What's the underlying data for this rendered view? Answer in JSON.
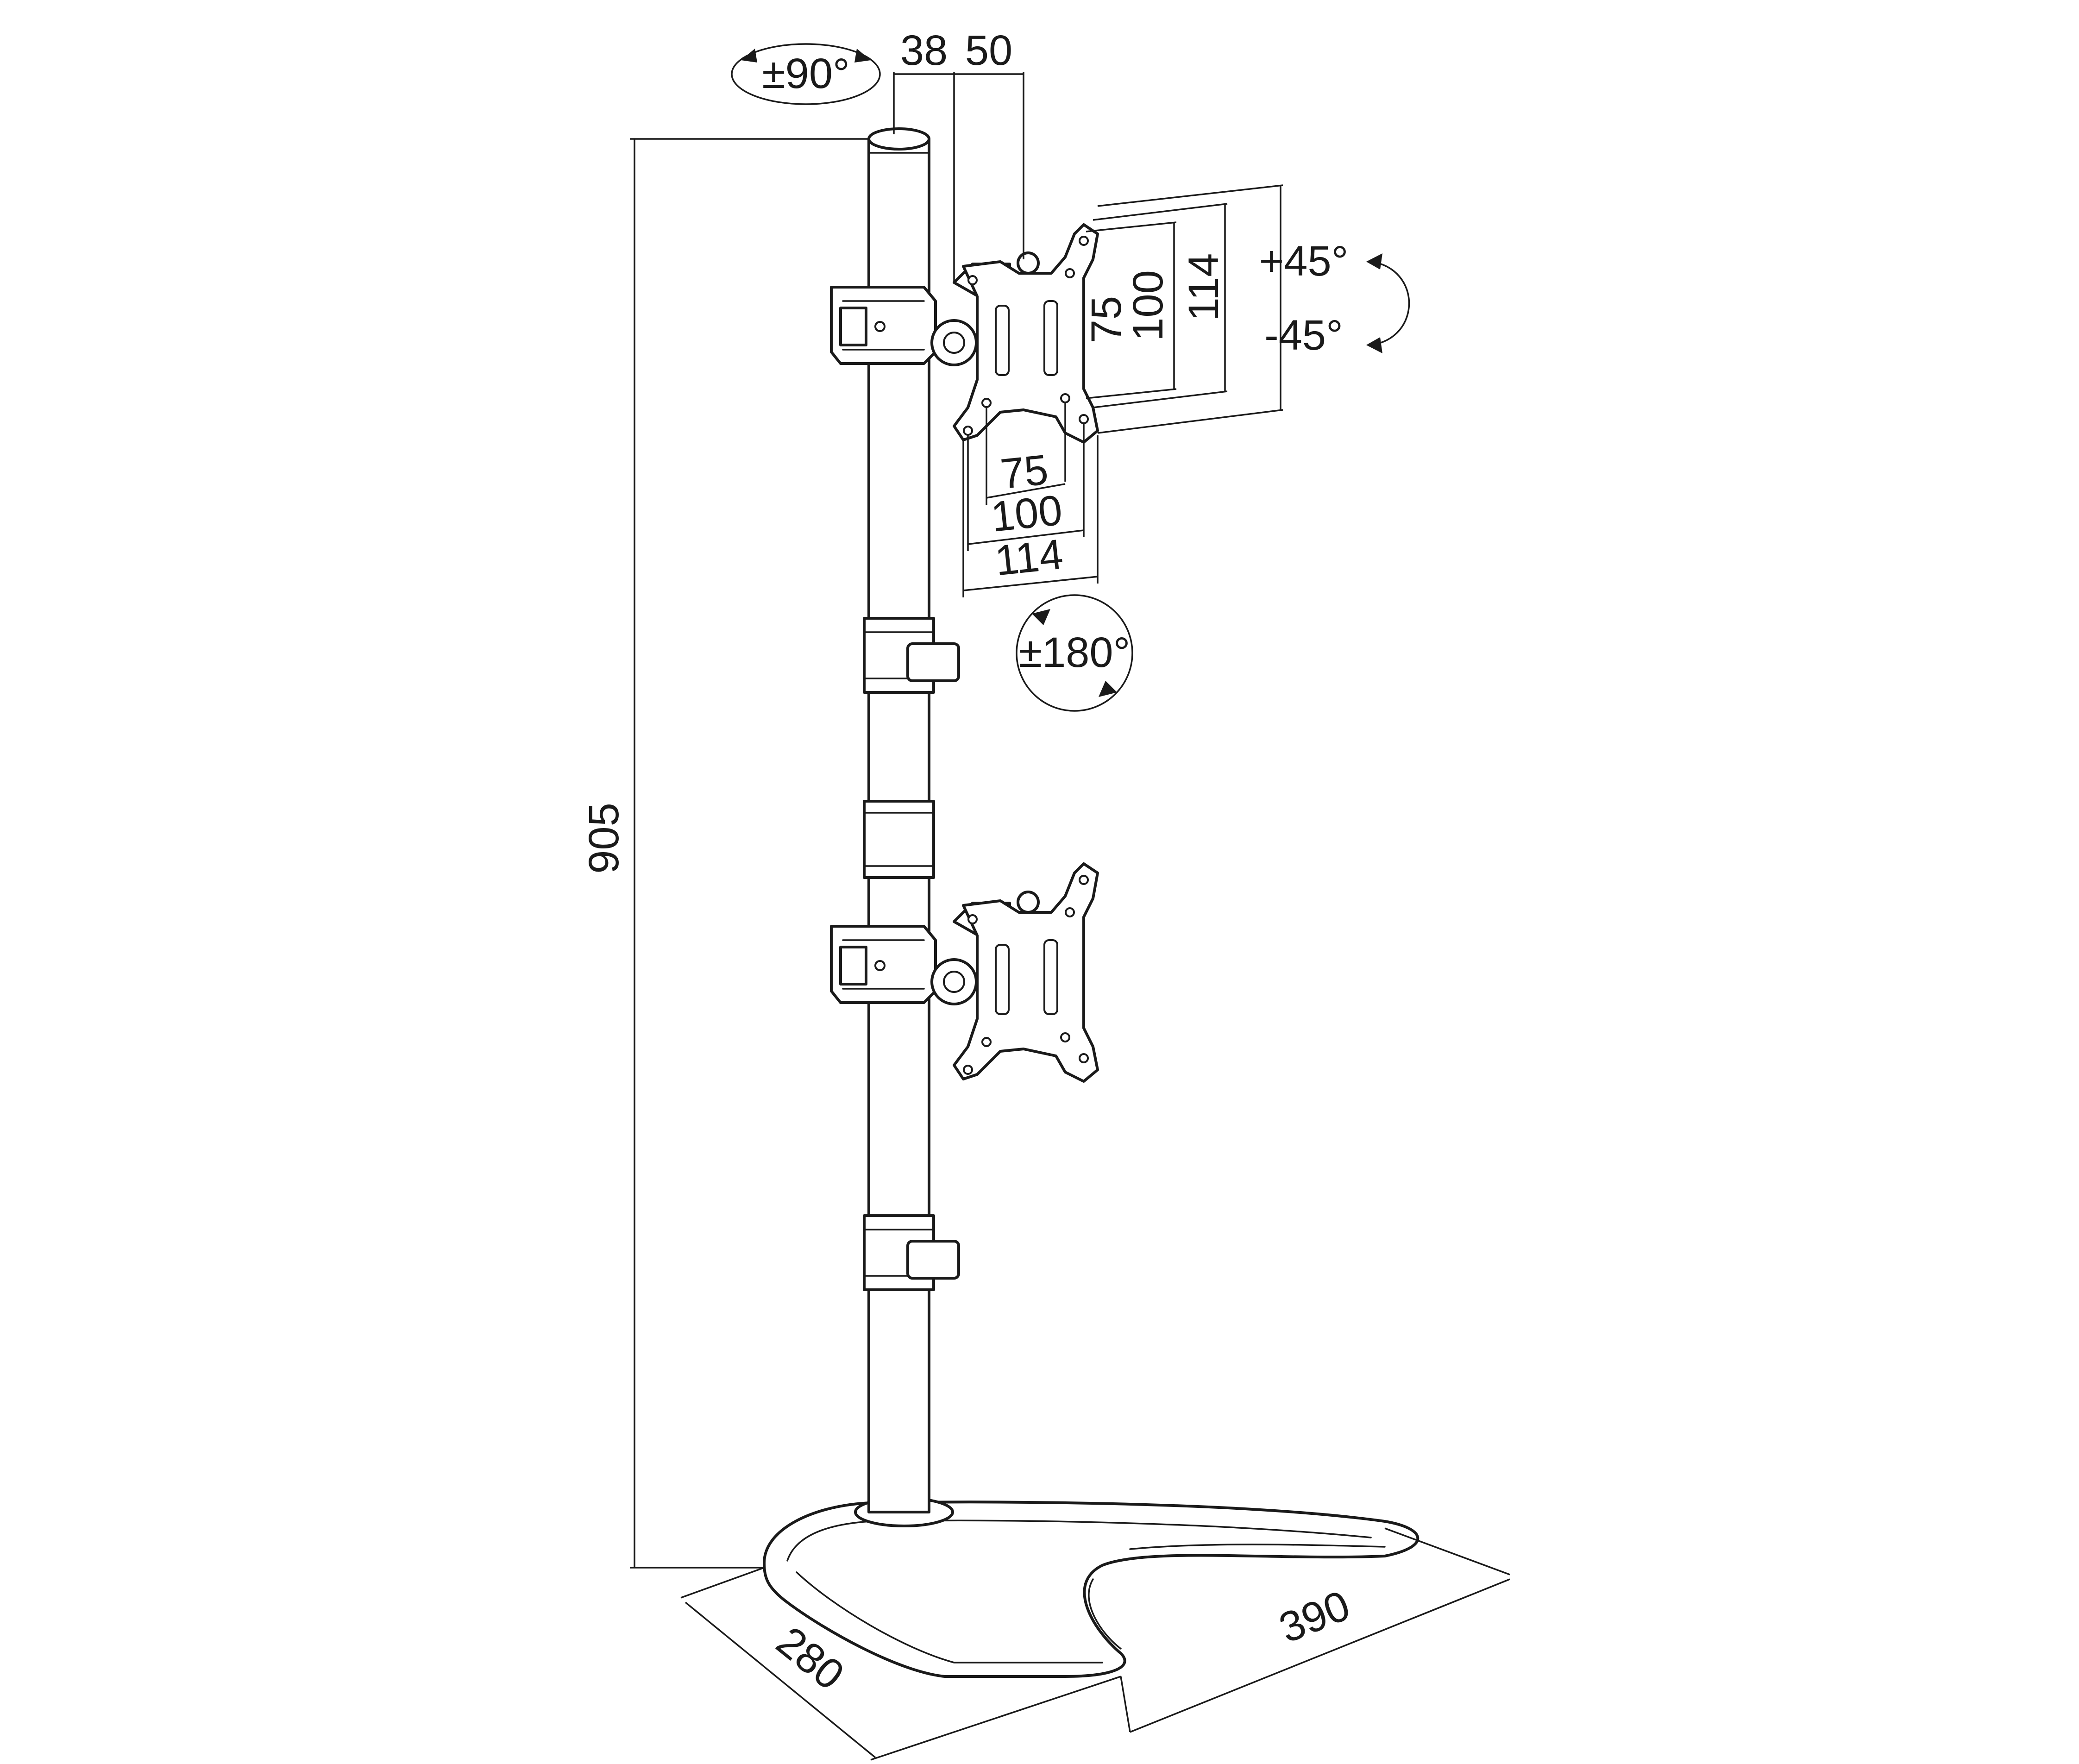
{
  "dimensions": {
    "pole_height": "905",
    "base_depth": "280",
    "base_width": "390",
    "offset_a": "38",
    "offset_b": "50",
    "vesa_v_small": "75",
    "vesa_v_medium": "100",
    "vesa_v_large": "114",
    "vesa_h_small": "75",
    "vesa_h_medium": "100",
    "vesa_h_large": "114"
  },
  "rotations": {
    "swivel": "±90°",
    "tilt_up": "+45°",
    "tilt_down": "-45°",
    "rotate": "±180°"
  }
}
